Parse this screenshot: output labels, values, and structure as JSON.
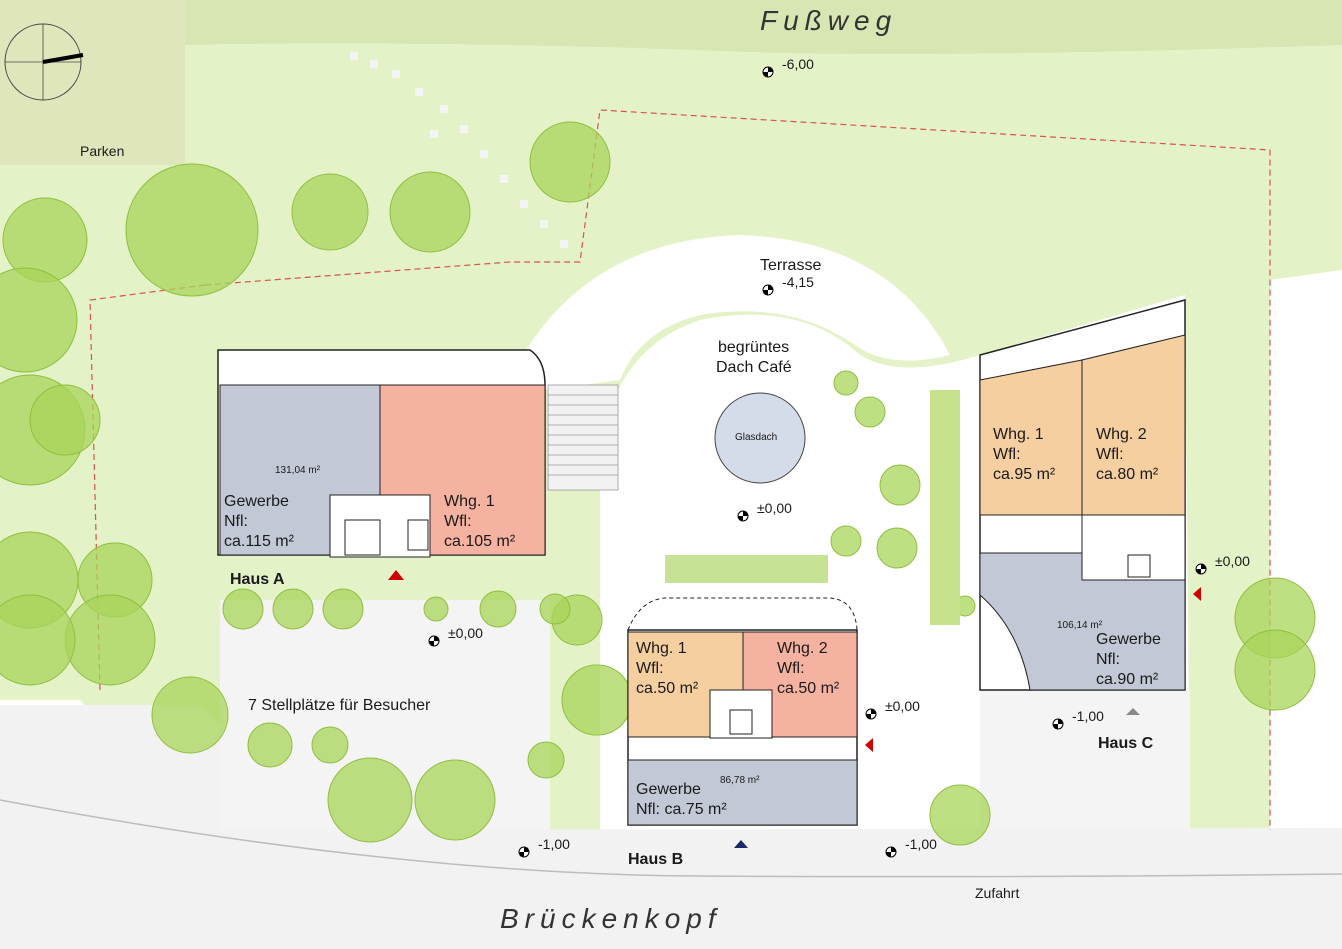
{
  "title_top": "Fußweg",
  "title_bottom": "Brückenkopf",
  "colors": {
    "grass": "#e4f2c8",
    "grass_dark": "#d6ebb0",
    "tree": "#a9d45a",
    "gewerbe": "#c3c8d6",
    "whg_orange": "#f6cfa0",
    "whg_salmon": "#f5b2a0",
    "road": "#f2f2f2",
    "plot_line": "#d9534f",
    "footpath": "#d8e6b3",
    "parking": "#e0e6bb",
    "glass": "#d4dcea"
  },
  "labels": {
    "parken": "Parken",
    "terrasse": "Terrasse",
    "dach_line1": "begrüntes",
    "dach_line2": "Dach Café",
    "glasdach": "Glasdach",
    "stellplaetze": "7 Stellplätze für Besucher",
    "zufahrt": "Zufahrt",
    "haus_a": "Haus A",
    "haus_b": "Haus B",
    "haus_c": "Haus C"
  },
  "levels": {
    "fussweg": "-6,00",
    "terrasse": "-4,15",
    "center": "±0,00",
    "parking": "±0,00",
    "haus_b_side": "±0,00",
    "haus_c_side": "±0,00",
    "haus_c": "-1,00",
    "road_left": "-1,00",
    "road_right": "-1,00"
  },
  "haus_a": {
    "area": "131,04 m²",
    "gewerbe": [
      "Gewerbe",
      "Nfl:",
      "ca.115 m²"
    ],
    "whg1": [
      "Whg. 1",
      "Wfl:",
      "ca.105 m²"
    ]
  },
  "haus_b": {
    "area": "86,78 m²",
    "whg1": [
      "Whg. 1",
      "Wfl:",
      "ca.50 m²"
    ],
    "whg2": [
      "Whg. 2",
      "Wfl:",
      "ca.50 m²"
    ],
    "gewerbe": [
      "Gewerbe",
      "Nfl: ca.75 m²"
    ]
  },
  "haus_c": {
    "area": "106,14 m²",
    "whg1": [
      "Whg. 1",
      "Wfl:",
      "ca.95 m²"
    ],
    "whg2": [
      "Whg. 2",
      "Wfl:",
      "ca.80 m²"
    ],
    "gewerbe": [
      "Gewerbe",
      "Nfl:",
      "ca.90 m²"
    ]
  }
}
